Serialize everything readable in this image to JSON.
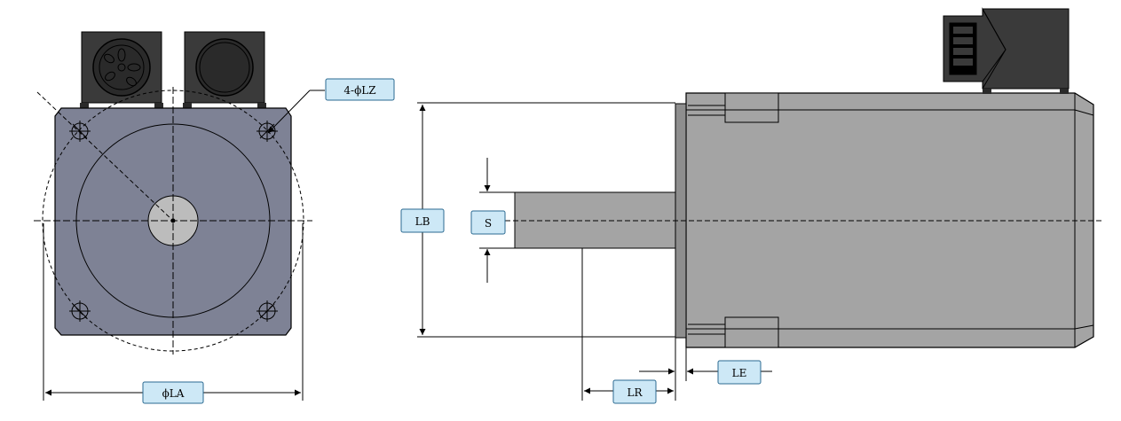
{
  "labels": {
    "hole_spec": "4-ϕLZ",
    "flange_diameter": "ϕLA",
    "flange_height": "LB",
    "shaft_diameter": "S",
    "shaft_length": "LR",
    "spigot_length": "LE"
  },
  "colors": {
    "front_face": "#7e8295",
    "side_body": "#a4a4a4",
    "connector": "#3a3a3a",
    "shaft_hub": "#bcbcbc",
    "label_fill": "#cde8f6",
    "label_stroke": "#2b6a91",
    "outline": "#000000"
  }
}
